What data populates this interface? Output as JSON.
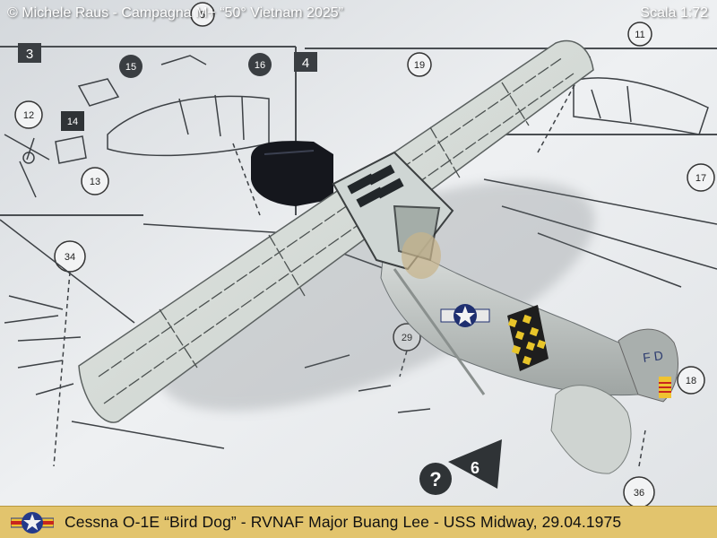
{
  "photo": {
    "credit": "© Michele Raus - Campagna M+ “50° Vietnam 2025”",
    "scale": "Scala 1:72",
    "instruction_step_numbers": [
      "3",
      "4",
      "6"
    ],
    "part_numbers": [
      "5",
      "11",
      "12",
      "13",
      "14",
      "15",
      "16",
      "17",
      "18",
      "19",
      "29",
      "34",
      "36",
      "?"
    ],
    "subject": "Cessna O-1E Bird Dog 1:72 scale model on assembly instruction sheet"
  },
  "caption": {
    "text": "Cessna O-1E “Bird Dog” - RVNAF Major Buang Lee - USS Midway, 29.04.1975",
    "roundel_icon": "rvnaf-roundel-icon"
  },
  "colors": {
    "caption_bar": "#e2c46d",
    "roundel_blue": "#243a8a",
    "roundel_red": "#c8261e",
    "roundel_yellow": "#f2c230"
  }
}
